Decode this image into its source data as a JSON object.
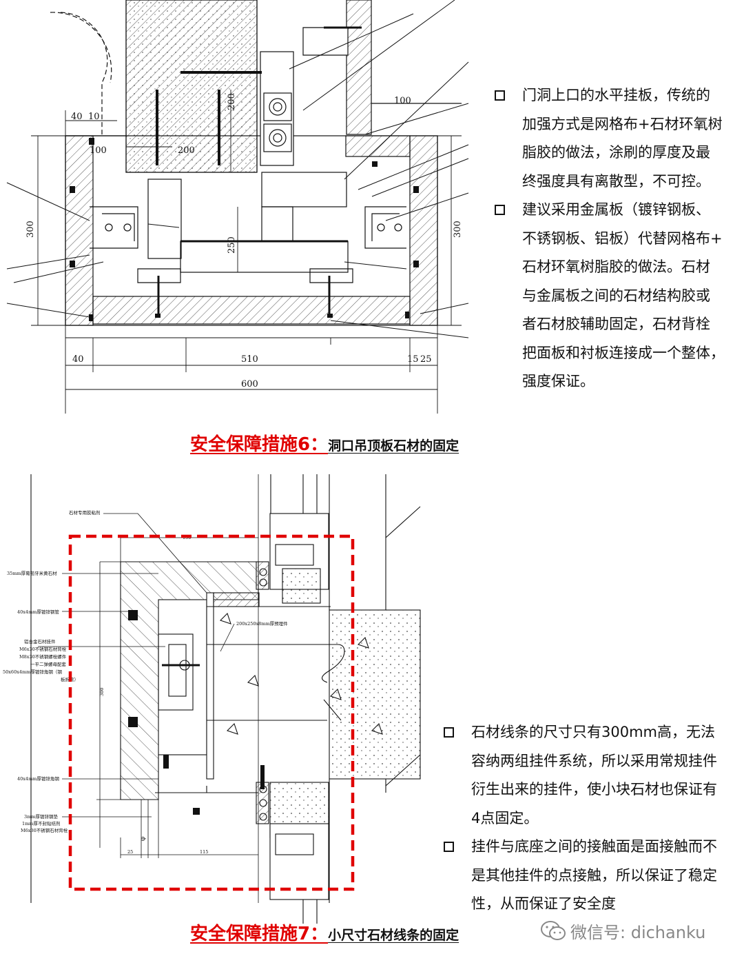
{
  "colors": {
    "accent_red": "#e00000",
    "line": "#111111",
    "hatch": "#555555",
    "grey_text": "#888888"
  },
  "figure1": {
    "dims": {
      "d40_left": "40",
      "d10": "10",
      "d100_a": "100",
      "d100_b": "100",
      "d200_a": "200",
      "d200_b": "200",
      "d300_left": "300",
      "d300_right": "300",
      "d250": "250",
      "d40_bottom": "40",
      "d510": "510",
      "d15": "15",
      "d25": "25",
      "d600": "600"
    }
  },
  "figure2": {
    "labels": {
      "l1": "石材专用胶粘剂",
      "l2": "35mm厚葡萄牙米黄石材",
      "l3": "40x4mm厚镀锌钢管",
      "l4": "铝合金石材挂件",
      "l5": "M6x30不锈钢石材背栓",
      "l6": "M8x30不锈钢螺栓螺件",
      "l7": "一平二弹螺母配套",
      "l8": "50x60x4mm厚镀锌角钢（钢",
      "l9": "板折弯）",
      "l10": "200x250x8mm厚预埋件",
      "l11": "40x4mm厚镀锌角钢",
      "l12": "3mm厚镀锌钢垫",
      "l13": "1mm厚不封贴结剂",
      "l14": "M6x30不锈钢石材背栓"
    },
    "dims": {
      "d25": "25",
      "d115": "115",
      "d150": "150",
      "d300": "300"
    }
  },
  "section1": {
    "bullets": [
      {
        "lines": [
          "门洞上口的水平挂板，传统的",
          "加强方式是网格布+石材环氧树",
          "脂胶的做法，涂刷的厚度及最",
          "终强度具有离散型，不可控。"
        ]
      },
      {
        "lines": [
          "建议采用金属板（镀锌钢板、",
          "不锈钢板、铝板）代替网格布+",
          "石材环氧树脂胶的做法。石材",
          "与金属板之间的石材结构胶或",
          "者石材胶辅助固定，石材背栓",
          "把面板和衬板连接成一个整体，",
          "强度保证。"
        ]
      }
    ],
    "caption_lead": "安全保障措施6：",
    "caption_sub": "洞口吊顶板石材的固定"
  },
  "section2": {
    "bullets": [
      {
        "lines": [
          "石材线条的尺寸只有300mm高，无法",
          "容纳两组挂件系统，所以采用常规挂件",
          "衍生出来的挂件，使小块石材也保证有",
          "4点固定。"
        ]
      },
      {
        "lines": [
          "挂件与底座之间的接触面是面接触而不",
          "是其他挂件的点接触，所以保证了稳定",
          "性，从而保证了安全度"
        ]
      }
    ],
    "caption_lead": "安全保障措施7：",
    "caption_sub": "小尺寸石材线条的固定"
  },
  "watermark": {
    "icon": "wechat-icon",
    "text": "微信号: dichanku"
  }
}
